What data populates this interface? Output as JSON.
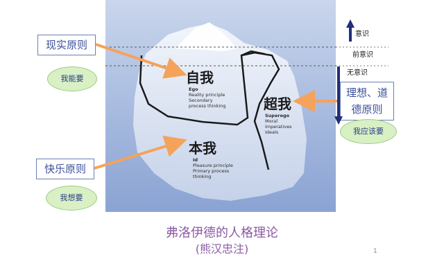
{
  "iceberg": {
    "ego": {
      "title": "自我",
      "sub": [
        "Ego",
        "Reality principle",
        "Secondary",
        "process thinking"
      ]
    },
    "superego": {
      "title": "超我",
      "sub": [
        "Superego",
        "Moral",
        "imperatives",
        "Ideals"
      ]
    },
    "id": {
      "title": "本我",
      "sub": [
        "Id",
        "Pleasure principle",
        "Primary process",
        "thinking"
      ]
    }
  },
  "left_labels": {
    "reality_principle": "现实原则",
    "i_can": "我能要",
    "pleasure_principle": "快乐原则",
    "i_want": "我想要"
  },
  "right_labels": {
    "conscious": "意识",
    "preconscious": "前意识",
    "unconscious": "无意识",
    "ideal_morality": [
      "理想、道",
      "德原则"
    ],
    "i_should": "我应该要"
  },
  "caption": {
    "title": "弗洛伊德的人格理论",
    "author": "(熊汉忠注)",
    "page": "1"
  },
  "colors": {
    "arrow_orange": "#f5a25a",
    "arrow_navy": "#1f2f7a",
    "caption_purple": "#8b5aa6",
    "ellipse_green": "#d8f0c4"
  }
}
